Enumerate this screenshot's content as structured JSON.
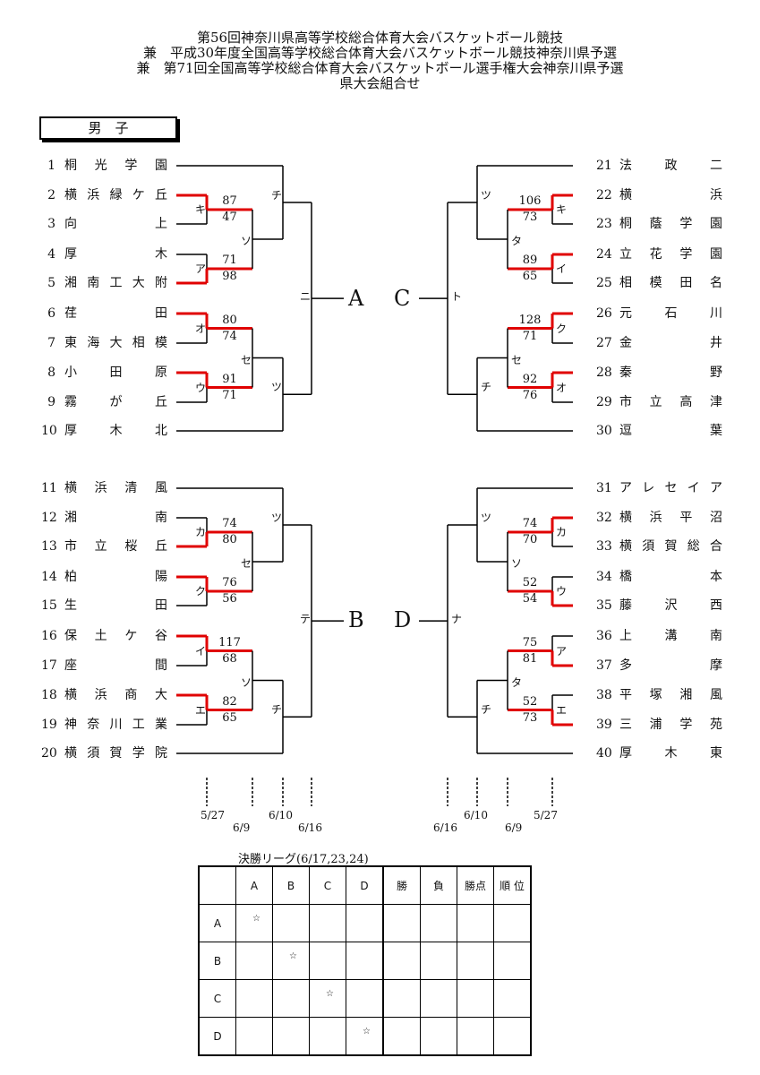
{
  "titles": [
    "第56回神奈川県高等学校総合体育大会バスケットボール競技",
    "兼　平成30年度全国高等学校総合体育大会バスケットボール競技神奈川県予選",
    "兼　第71回全国高等学校総合体育大会バスケットボール選手権大会神奈川県予選",
    "県大会組合せ"
  ],
  "section_label": "男　子",
  "left_teams": [
    {
      "num": "1",
      "name": "桐光学園"
    },
    {
      "num": "2",
      "name": "横浜緑ケ丘"
    },
    {
      "num": "3",
      "name": "向上"
    },
    {
      "num": "4",
      "name": "厚木"
    },
    {
      "num": "5",
      "name": "湘南工大附"
    },
    {
      "num": "6",
      "name": "荏田"
    },
    {
      "num": "7",
      "name": "東海大相模"
    },
    {
      "num": "8",
      "name": "小田原"
    },
    {
      "num": "9",
      "name": "霧が丘"
    },
    {
      "num": "10",
      "name": "厚木北"
    },
    {
      "num": "11",
      "name": "横浜清風"
    },
    {
      "num": "12",
      "name": "湘南"
    },
    {
      "num": "13",
      "name": "市立桜丘"
    },
    {
      "num": "14",
      "name": "柏陽"
    },
    {
      "num": "15",
      "name": "生田"
    },
    {
      "num": "16",
      "name": "保土ケ谷"
    },
    {
      "num": "17",
      "name": "座間"
    },
    {
      "num": "18",
      "name": "横浜商大"
    },
    {
      "num": "19",
      "name": "神奈川工業"
    },
    {
      "num": "20",
      "name": "横須賀学院"
    }
  ],
  "right_teams": [
    {
      "num": "21",
      "name": "法政二"
    },
    {
      "num": "22",
      "name": "横浜"
    },
    {
      "num": "23",
      "name": "桐蔭学園"
    },
    {
      "num": "24",
      "name": "立花学園"
    },
    {
      "num": "25",
      "name": "相模田名"
    },
    {
      "num": "26",
      "name": "元石川"
    },
    {
      "num": "27",
      "name": "金井"
    },
    {
      "num": "28",
      "name": "秦野"
    },
    {
      "num": "29",
      "name": "市立高津"
    },
    {
      "num": "30",
      "name": "逗葉"
    },
    {
      "num": "31",
      "name": "アレセイア"
    },
    {
      "num": "32",
      "name": "横浜平沼"
    },
    {
      "num": "33",
      "name": "横須賀総合"
    },
    {
      "num": "34",
      "name": "橋本"
    },
    {
      "num": "35",
      "name": "藤沢西"
    },
    {
      "num": "36",
      "name": "上溝南"
    },
    {
      "num": "37",
      "name": "多摩"
    },
    {
      "num": "38",
      "name": "平塚湘風"
    },
    {
      "num": "39",
      "name": "三浦学苑"
    },
    {
      "num": "40",
      "name": "厚木東"
    }
  ],
  "round_labels_left": [
    {
      "t": "キ"
    },
    {
      "t": "ア"
    },
    {
      "t": "オ"
    },
    {
      "t": "ウ"
    },
    {
      "t": "ソ"
    },
    {
      "t": "セ"
    },
    {
      "t": "チ"
    },
    {
      "t": "ツ"
    },
    {
      "t": "ニ"
    },
    {
      "t": "カ"
    },
    {
      "t": "ク"
    },
    {
      "t": "イ"
    },
    {
      "t": "エ"
    },
    {
      "t": "セ"
    },
    {
      "t": "ソ"
    },
    {
      "t": "ツ"
    },
    {
      "t": "チ"
    },
    {
      "t": "テ"
    }
  ],
  "round_labels_right": [
    {
      "t": "キ"
    },
    {
      "t": "イ"
    },
    {
      "t": "ク"
    },
    {
      "t": "オ"
    },
    {
      "t": "タ"
    },
    {
      "t": "セ"
    },
    {
      "t": "ツ"
    },
    {
      "t": "チ"
    },
    {
      "t": "ト"
    },
    {
      "t": "カ"
    },
    {
      "t": "ウ"
    },
    {
      "t": "ア"
    },
    {
      "t": "エ"
    },
    {
      "t": "ソ"
    },
    {
      "t": "タ"
    },
    {
      "t": "ツ"
    },
    {
      "t": "チ"
    },
    {
      "t": "ナ"
    }
  ],
  "scores_left": [
    [
      "87",
      "47"
    ],
    [
      "71",
      "98"
    ],
    [
      "80",
      "74"
    ],
    [
      "91",
      "71"
    ],
    [
      "74",
      "80"
    ],
    [
      "76",
      "56"
    ],
    [
      "117",
      "68"
    ],
    [
      "82",
      "65"
    ]
  ],
  "scores_right": [
    [
      "106",
      "73"
    ],
    [
      "89",
      "65"
    ],
    [
      "128",
      "71"
    ],
    [
      "92",
      "76"
    ],
    [
      "74",
      "70"
    ],
    [
      "52",
      "54"
    ],
    [
      "75",
      "81"
    ],
    [
      "52",
      "73"
    ]
  ],
  "block_letters": {
    "a": "A",
    "b": "B",
    "c": "C",
    "d": "D"
  },
  "dates_left": [
    "5/27",
    "6/9",
    "6/10",
    "6/16"
  ],
  "dates_right": [
    "6/16",
    "6/10",
    "6/9",
    "5/27"
  ],
  "league": {
    "title": "決勝リーグ(6/17,23,24)",
    "headers": [
      "A",
      "B",
      "C",
      "D",
      "勝",
      "負",
      "勝点",
      "順 位"
    ],
    "rows": [
      "A",
      "B",
      "C",
      "D"
    ],
    "star": "☆"
  }
}
